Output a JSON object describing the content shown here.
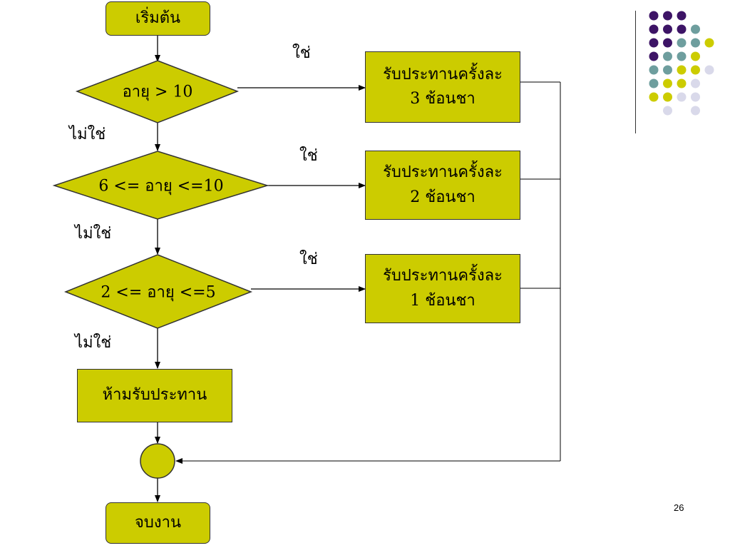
{
  "flowchart": {
    "start": "เริ่มต้น",
    "conditions": [
      "อายุ > 10",
      "6 <= อายุ <=10",
      "2 <= อายุ <=5"
    ],
    "yes_label": "ใช่",
    "no_label": "ไม่ใช่",
    "actions": [
      {
        "line1": "รับประทานครั้งละ",
        "line2": "3 ช้อนชา"
      },
      {
        "line1": "รับประทานครั้งละ",
        "line2": "2 ช้อนชา"
      },
      {
        "line1": "รับประทานครั้งละ",
        "line2": "1 ช้อนชา"
      }
    ],
    "forbid": "ห้ามรับประทาน",
    "end": "จบงาน"
  },
  "slide": {
    "page_number": "26"
  },
  "colors": {
    "fill": "#cccc00",
    "dot_purple": "#3d1466",
    "dot_teal": "#6e9e9e",
    "dot_yellow": "#cccc00",
    "dot_lavender": "#d9d9ea"
  }
}
